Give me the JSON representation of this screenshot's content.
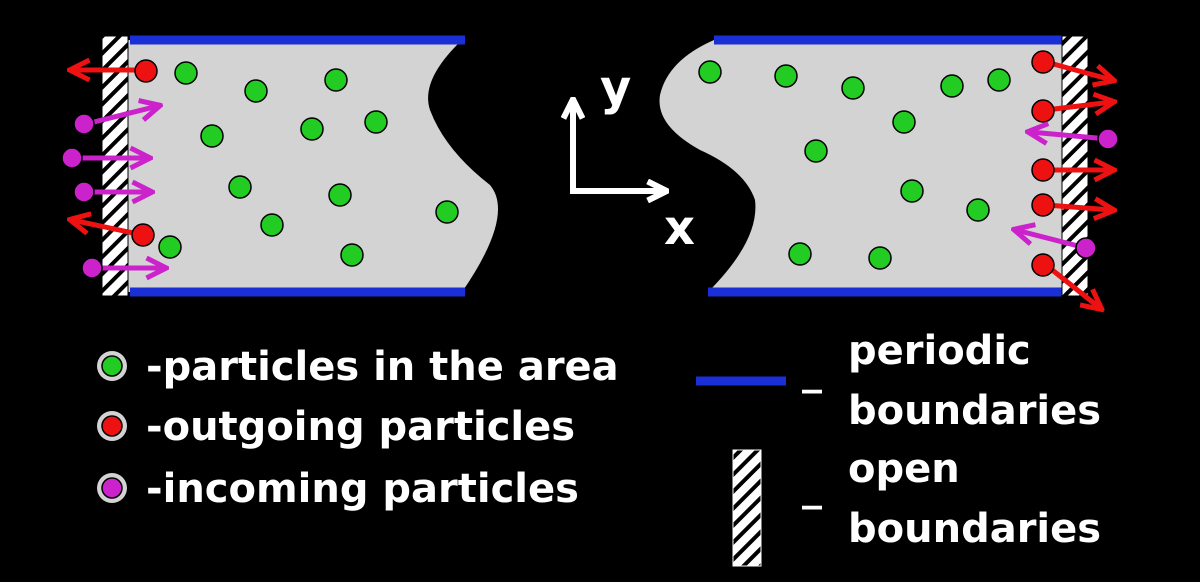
{
  "axes": {
    "x_label": "x",
    "y_label": "y"
  },
  "legend": {
    "particles_in_area": "-particles in the area",
    "outgoing_particles": "-outgoing particles",
    "incoming_particles": "-incoming particles",
    "periodic_line1": "periodic",
    "periodic_line2": "boundaries",
    "open_line1": "open",
    "open_line2": "boundaries",
    "dash": "_"
  },
  "colors": {
    "background": "#000000",
    "domain_fill": "#d3d3d3",
    "periodic_boundary": "#1a2fd6",
    "area_particle": "#22cc22",
    "outgoing_particle": "#ee1111",
    "incoming_particle": "#cc22cc",
    "text": "#ffffff"
  }
}
